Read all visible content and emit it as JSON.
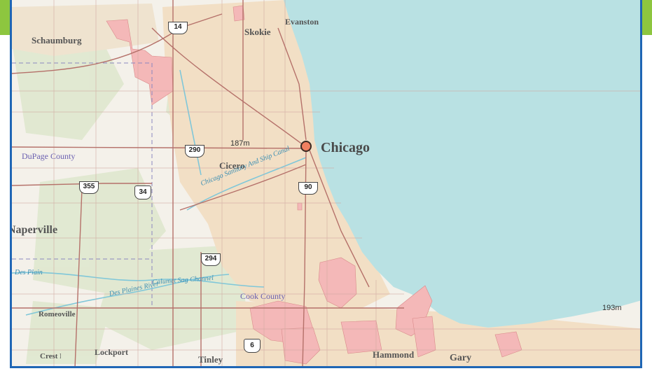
{
  "colors": {
    "accent_bar": "#8dc63f",
    "frame_border": "#1f66b5",
    "lake": "#b9e1e3",
    "urban": "#f2dfc5",
    "highlight_area": "#f4b8b8",
    "marker_fill": "#f08060"
  },
  "map": {
    "main_city": {
      "label": "Chicago",
      "marker_icon": "location-dot-icon"
    },
    "cities": [
      "Schaumburg",
      "Evanston",
      "Skokie",
      "Cicero",
      "Naperville",
      "Romeoville",
      "Lockport",
      "Crest Hill",
      "Tinley",
      "Hammond",
      "Gary"
    ],
    "counties": [
      "DuPage County",
      "Cook County"
    ],
    "waterways": [
      "Chicago Sanitary And Ship Canal",
      "Des Plaines River",
      "Calumet Sag Channel",
      "Des Plaines River"
    ],
    "elevations": [
      "187m",
      "193m"
    ],
    "interstate_shields": [
      "14",
      "290",
      "355",
      "90",
      "294"
    ],
    "us_route_shields": [
      "34",
      "6"
    ]
  }
}
